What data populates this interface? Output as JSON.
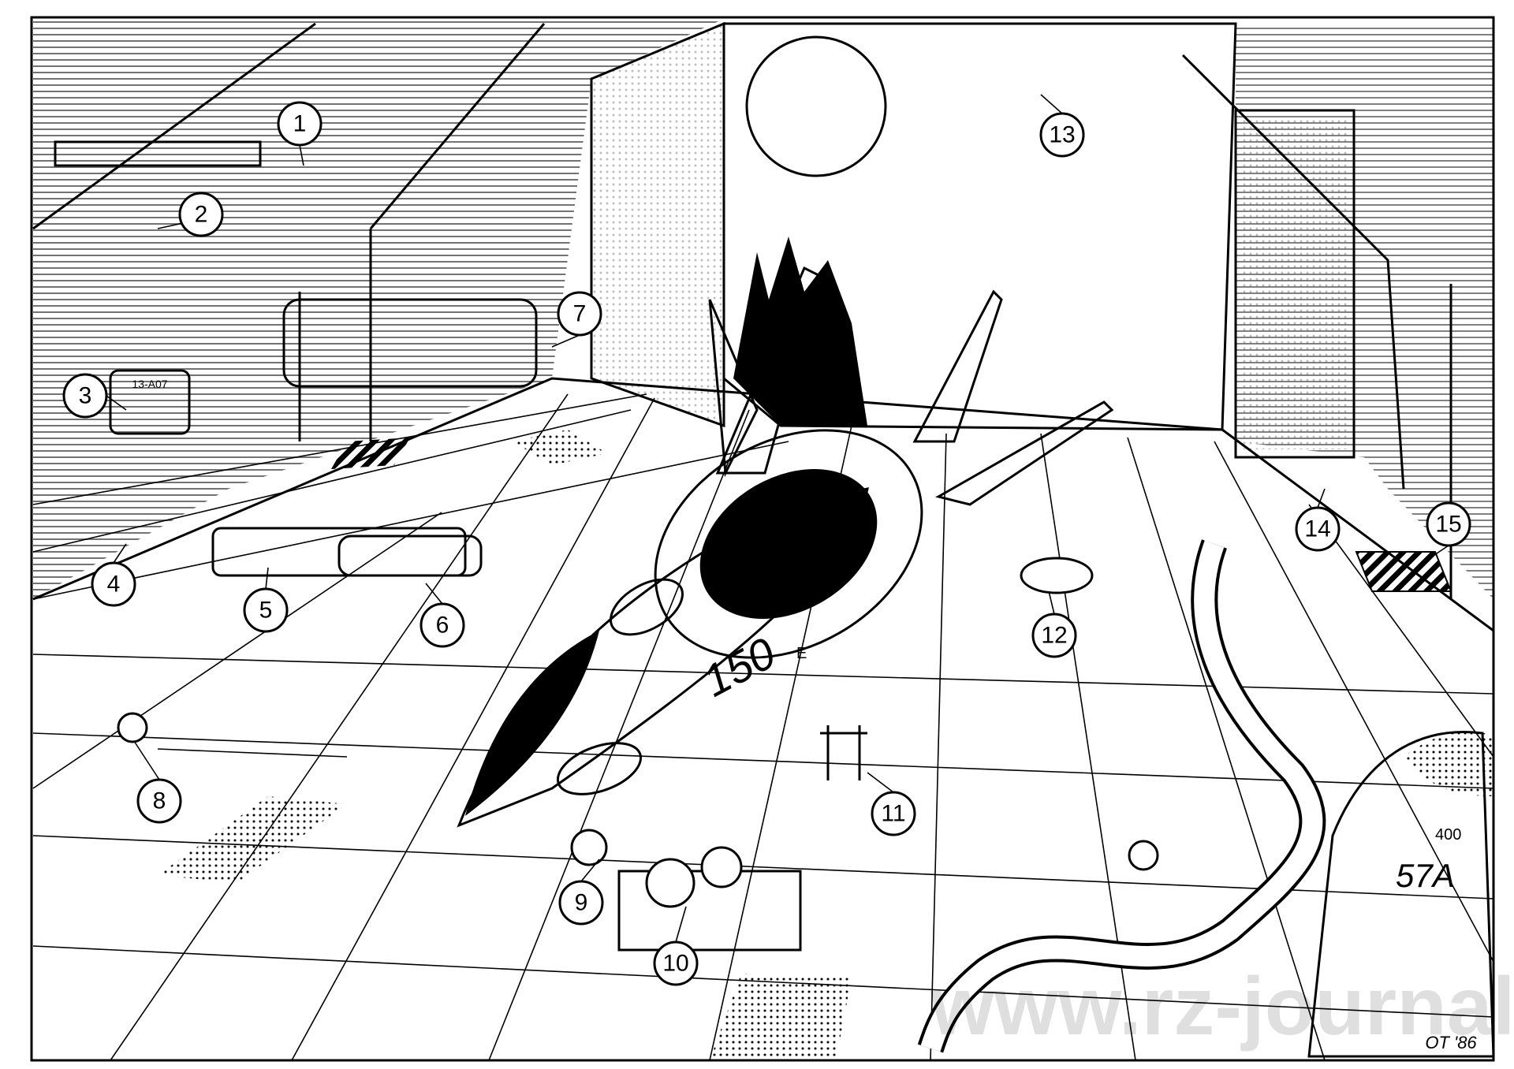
{
  "labels": [
    "1",
    "2",
    "3",
    "4",
    "5",
    "6",
    "7",
    "8",
    "9",
    "10",
    "11",
    "12",
    "13",
    "14",
    "15"
  ],
  "markings": {
    "ship_number": "150",
    "ship_suffix": "E",
    "hull_number": "57A",
    "hull_code": "400",
    "console_plate": "13-A07"
  },
  "watermark": "www.rz-journal.de",
  "signature": "OT '86"
}
